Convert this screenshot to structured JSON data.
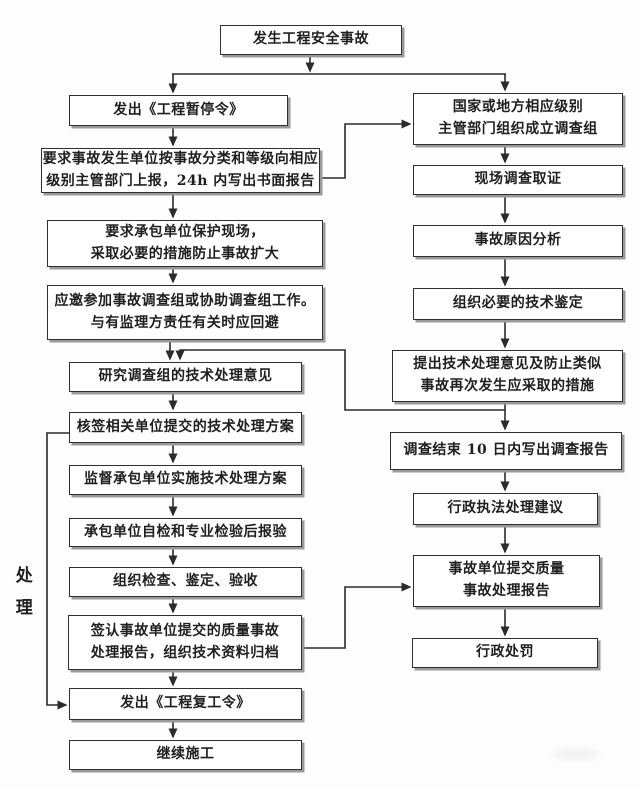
{
  "theme": {
    "line": "#2b2b2b",
    "border": "#2f2f2f",
    "shadow": "#9a9a9a",
    "bg": "#fdfdfd",
    "ink": "#1f1f1f"
  },
  "flowchart": {
    "side_label": "处理",
    "start": {
      "label": "发生工程安全事故"
    },
    "left": [
      {
        "label": "发出《工程暂停令》"
      },
      {
        "label": "要求事故发生单位按事故分类和等级向相应\n级别主管部门上报，24h 内写出书面报告"
      },
      {
        "label": "要求承包单位保护现场，\n采取必要的措施防止事故扩大"
      },
      {
        "label": "应邀参加事故调查组或协助调查组工作。\n与有监理方责任有关时应回避"
      },
      {
        "label": "研究调查组的技术处理意见"
      },
      {
        "label": "核签相关单位提交的技术处理方案"
      },
      {
        "label": "监督承包单位实施技术处理方案"
      },
      {
        "label": "承包单位自检和专业检验后报验"
      },
      {
        "label": "组织检查、鉴定、验收"
      },
      {
        "label": "签认事故单位提交的质量事故\n处理报告，组织技术资料归档"
      },
      {
        "label": "发出《工程复工令》"
      },
      {
        "label": "继续施工"
      }
    ],
    "right": [
      {
        "label": "国家或地方相应级别\n主管部门组织成立调查组"
      },
      {
        "label": "现场调查取证"
      },
      {
        "label": "事故原因分析"
      },
      {
        "label": "组织必要的技术鉴定"
      },
      {
        "label": "提出技术处理意见及防止类似\n事故再次发生应采取的措施"
      },
      {
        "label": "调查结束 10 日内写出调查报告"
      },
      {
        "label": "行政执法处理建议"
      },
      {
        "label": "事故单位提交质量\n事故处理报告"
      },
      {
        "label": "行政处罚"
      }
    ]
  }
}
